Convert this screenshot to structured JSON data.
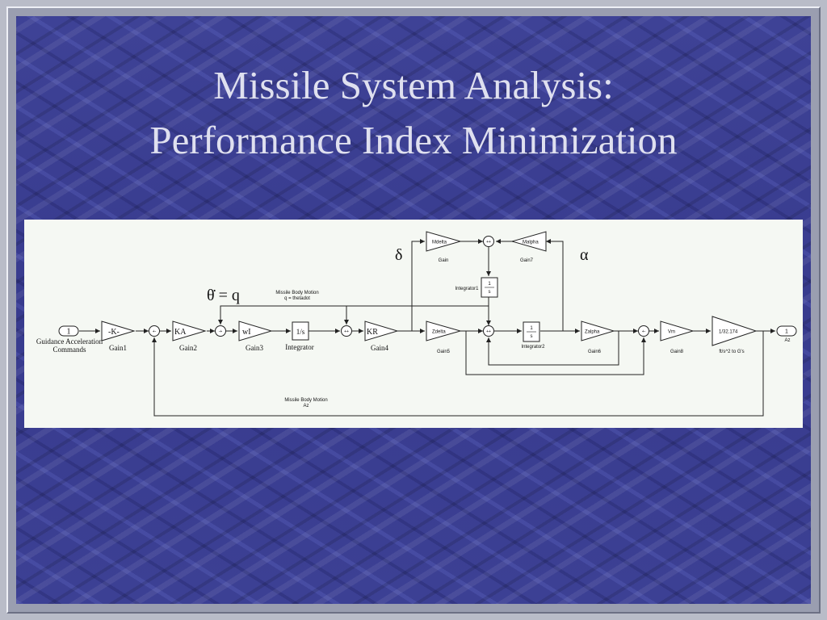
{
  "slide": {
    "title_line1": "Missile System Analysis:",
    "title_line2": "Performance Index Minimization"
  },
  "diagram": {
    "symbols": {
      "delta": "δ",
      "alpha": "α",
      "theta_dot_eq_q": "θ̇ = q"
    },
    "ports": {
      "in_number": "1",
      "in_label_line1": "Guidance Acceleration",
      "in_label_line2": "Commands",
      "out_number": "1",
      "out_label": "Az"
    },
    "gains": {
      "gain1": {
        "inner": "-K-",
        "label": "Gain1"
      },
      "gain2": {
        "inner": "KA",
        "label": "Gain2"
      },
      "gain3": {
        "inner": "wI",
        "label": "Gain3"
      },
      "gain4": {
        "inner": "KR",
        "label": "Gain4"
      },
      "mdelta": {
        "inner": "Mdelta",
        "label": "Gain"
      },
      "malpha": {
        "inner": "Malpha",
        "label": "Gain7"
      },
      "zdelta": {
        "inner": "Zdelta",
        "label": "Gain5"
      },
      "zalpha": {
        "inner": "Zalpha",
        "label": "Gain6"
      },
      "vm": {
        "inner": "Vm",
        "label": "Gain8"
      },
      "conv": {
        "inner": "1/32.174",
        "label": "ft/s^2 to G's"
      }
    },
    "integrators": {
      "integrator": {
        "inner": "1/s",
        "label": "Integrator"
      },
      "integrator1": {
        "num": "1",
        "den": "s",
        "label": "Integrator1"
      },
      "integrator2": {
        "num": "1",
        "den": "s",
        "label": "Integrator2"
      }
    },
    "signals": {
      "q_title": "Missile Body Motion",
      "q_sub": "q = thetadot",
      "az_title": "Missile Body Motion",
      "az_sub": "Az"
    },
    "sum_signs": {
      "s1": "+-",
      "s2": "-+",
      "s3": "++",
      "s4": "++",
      "s5": "++",
      "s6": "+-"
    }
  }
}
